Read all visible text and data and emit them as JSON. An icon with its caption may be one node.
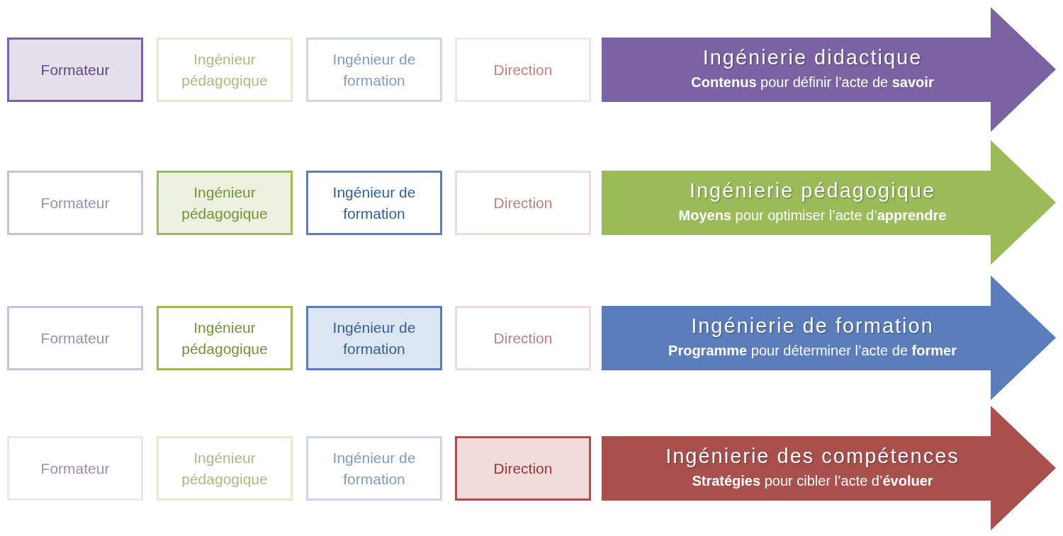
{
  "diagram": {
    "nodes": [
      {
        "text": [
          "Formateur"
        ]
      },
      {
        "text": [
          "Ingénieur pédagogique"
        ]
      },
      {
        "text": [
          "Ingénieur de formation"
        ]
      },
      {
        "text": [
          "Direction"
        ]
      },
      {
        "text": [
          "Ingénierie didactique",
          "**Contenus** pour définir l’acte de **savoir**"
        ]
      },
      {
        "text": [
          "Formateur"
        ]
      },
      {
        "text": [
          "Ingénieur pédagogique"
        ]
      },
      {
        "text": [
          "Ingénieur de formation"
        ]
      },
      {
        "text": [
          "Direction"
        ]
      },
      {
        "text": [
          "Ingénierie pédagogique",
          "**Moyens** pour optimiser l’acte d’**apprendre**"
        ]
      },
      {
        "text": [
          "Formateur"
        ]
      },
      {
        "text": [
          "Ingénieur pédagogique"
        ]
      },
      {
        "text": [
          "Ingénieur de formation"
        ]
      },
      {
        "text": [
          "Direction"
        ]
      },
      {
        "text": [
          "Ingénierie de formation",
          "**Programme** pour déterminer l’acte de **former**"
        ]
      },
      {
        "text": [
          "Formateur"
        ]
      },
      {
        "text": [
          "Ingénieur pédagogique"
        ]
      },
      {
        "text": [
          "Ingénieur de formation"
        ]
      },
      {
        "text": [
          "Direction"
        ]
      },
      {
        "text": [
          "Ingénierie des compétences",
          "**Stratégies** pour cibler l’acte d’**évoluer**"
        ]
      }
    ]
  }
}
